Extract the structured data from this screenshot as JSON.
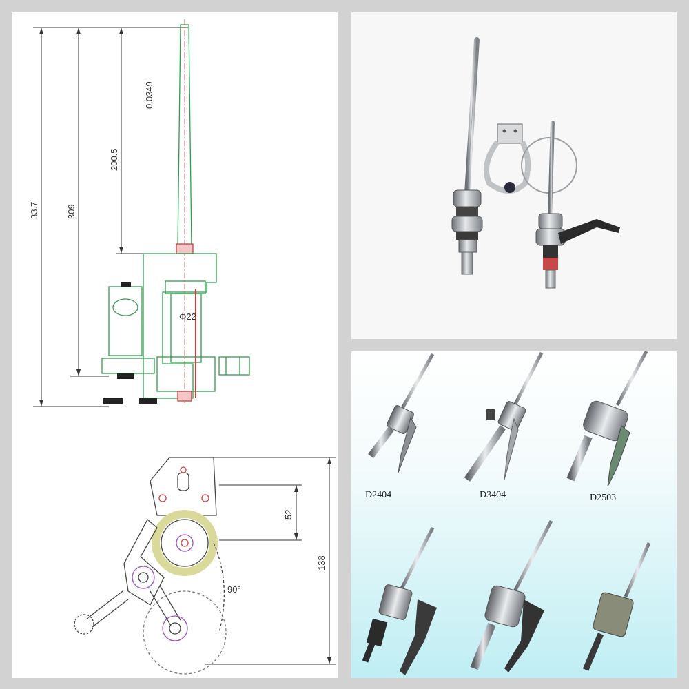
{
  "drawing": {
    "dims": {
      "total_height": "33.7",
      "lower_height": "309",
      "spindle_length": "200.5",
      "taper": "0.0349",
      "diameter": "Φ22",
      "bracket_height": "138",
      "hole_spacing": "52",
      "angle": "90°"
    }
  },
  "models": {
    "labels": [
      "D2404",
      "D3404",
      "D2503"
    ]
  },
  "colors": {
    "frame": "#d2d2d2",
    "line_green": "#2e9e4a",
    "line_red": "#d23a3a",
    "line_purple": "#9a4fc0",
    "metal": "#a8acb0"
  },
  "icons": [
    "spindle-drawing",
    "bracket-drawing",
    "spindle-photo",
    "spindle-model"
  ]
}
